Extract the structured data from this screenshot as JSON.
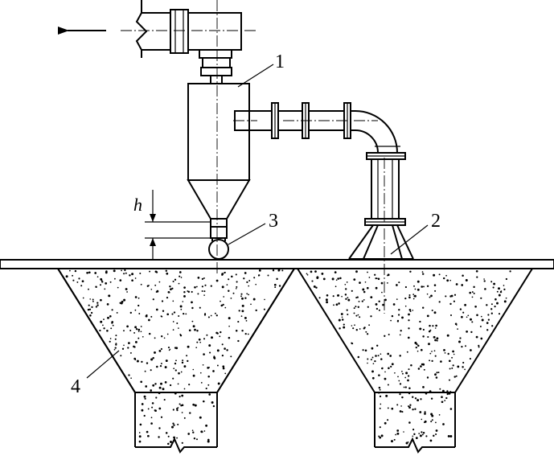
{
  "labels": {
    "cyclone": "1",
    "inlet_hood": "2",
    "discharge_valve": "3",
    "bunker": "4",
    "gap_height": "h"
  }
}
